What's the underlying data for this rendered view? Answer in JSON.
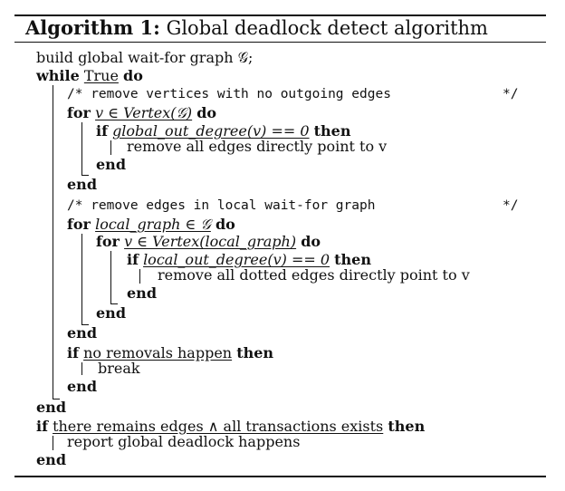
{
  "title": {
    "label": "Algorithm 1:",
    "text": "Global deadlock detect algorithm"
  },
  "lines": {
    "l1": "build global wait-for graph 𝒢;",
    "l2_kw": "while",
    "l2_cond": "True",
    "l2_do": "do",
    "l3": "/* remove vertices with no outgoing edges",
    "l3_end": "*/",
    "l4_kw": "for",
    "l4_cond": "v ∈ Vertex(𝒢)",
    "l4_do": "do",
    "l5_kw": "if",
    "l5_cond": "global_out_degree(v) == 0",
    "l5_then": "then",
    "l6": "remove all edges directly point to v",
    "l7": "end",
    "l8": "end",
    "l9": "/* remove edges in local wait-for graph",
    "l9_end": "*/",
    "l10_kw": "for",
    "l10_cond": "local_graph ∈ 𝒢",
    "l10_do": "do",
    "l11_kw": "for",
    "l11_cond": "v ∈ Vertex(local_graph)",
    "l11_do": "do",
    "l12_kw": "if",
    "l12_cond": "local_out_degree(v) == 0",
    "l12_then": "then",
    "l13": "remove all dotted edges directly point to v",
    "l14": "end",
    "l15": "end",
    "l16": "end",
    "l17_kw": "if",
    "l17_cond": "no removals happen",
    "l17_then": "then",
    "l18": "break",
    "l19": "end",
    "l20": "end",
    "l21_kw": "if",
    "l21_cond": "there remains edges ∧ all transactions exists",
    "l21_then": "then",
    "l22": "report global deadlock happens",
    "l23": "end"
  }
}
